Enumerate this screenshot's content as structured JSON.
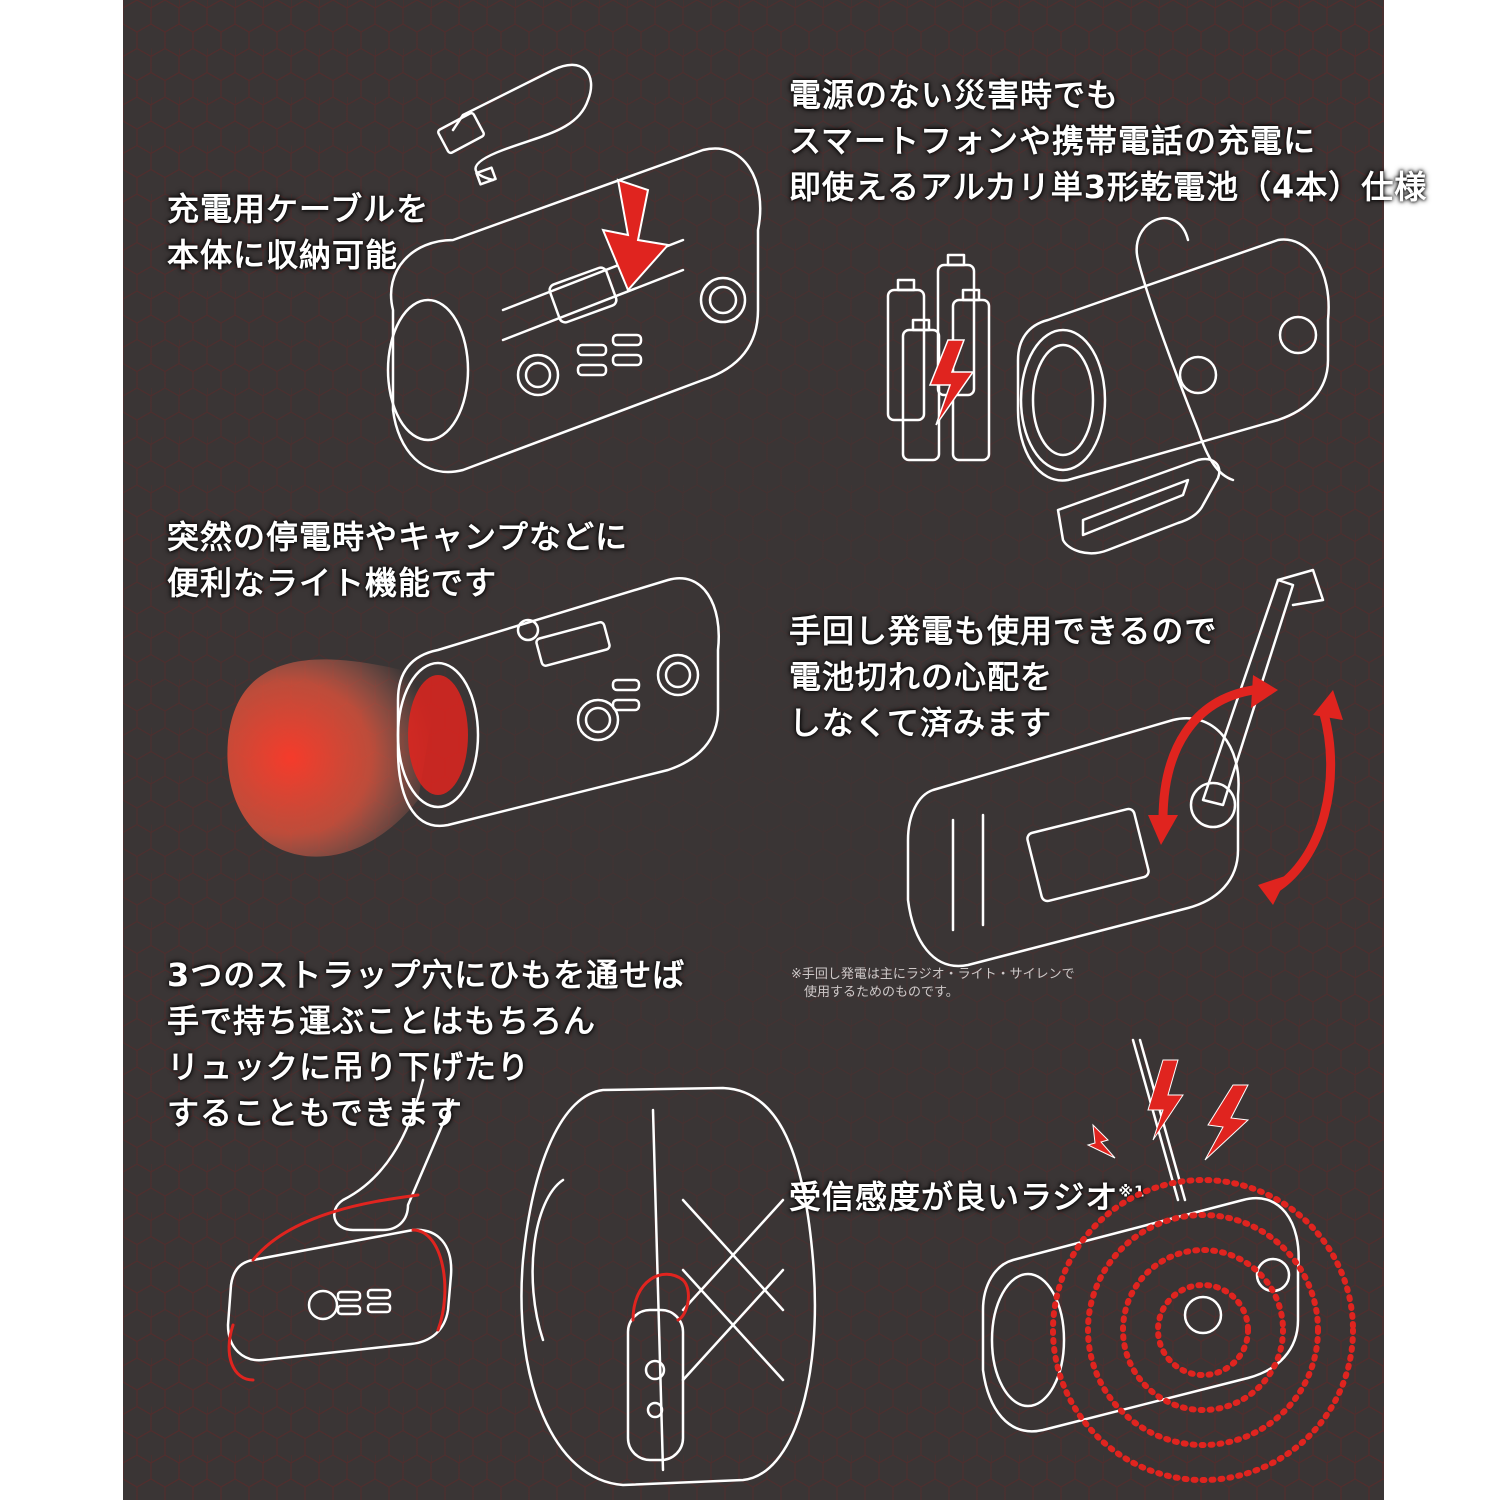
{
  "features": [
    {
      "id": "cable",
      "lines": [
        "充電用ケーブルを",
        "本体に収納可能"
      ]
    },
    {
      "id": "battery",
      "lines": [
        "電源のない災害時でも",
        "スマートフォンや携帯電話の充電に",
        "即使えるアルカリ単3形乾電池（4本）仕様"
      ]
    },
    {
      "id": "light",
      "lines": [
        "突然の停電時やキャンプなどに",
        "便利なライト機能です"
      ]
    },
    {
      "id": "crank",
      "lines": [
        "手回し発電も使用できるので",
        "電池切れの心配を",
        "しなくて済みます"
      ],
      "note_lines": [
        "※手回し発電は主にラジオ・ライト・サイレンで",
        "　使用するためのものです。"
      ]
    },
    {
      "id": "strap",
      "lines": [
        "3つのストラップ穴にひもを通せば",
        "手で持ち運ぶことはもちろん",
        "リュックに吊り下げたり",
        "することもできます"
      ]
    },
    {
      "id": "radio",
      "lines": [
        "受信感度が良いラジオ"
      ],
      "superscript": "※1"
    }
  ],
  "colors": {
    "background": "#3a3535",
    "accent": "#e0241f",
    "line": "#ffffff",
    "hex_grid": "#6e2626"
  },
  "icons": [
    "usb-cable-icon",
    "battery-icon",
    "lightning-icon",
    "smartphone-icon",
    "hand-crank-icon",
    "rotation-arrows-icon",
    "antenna-icon",
    "signal-waves-icon",
    "backpack-icon",
    "hand-icon"
  ]
}
